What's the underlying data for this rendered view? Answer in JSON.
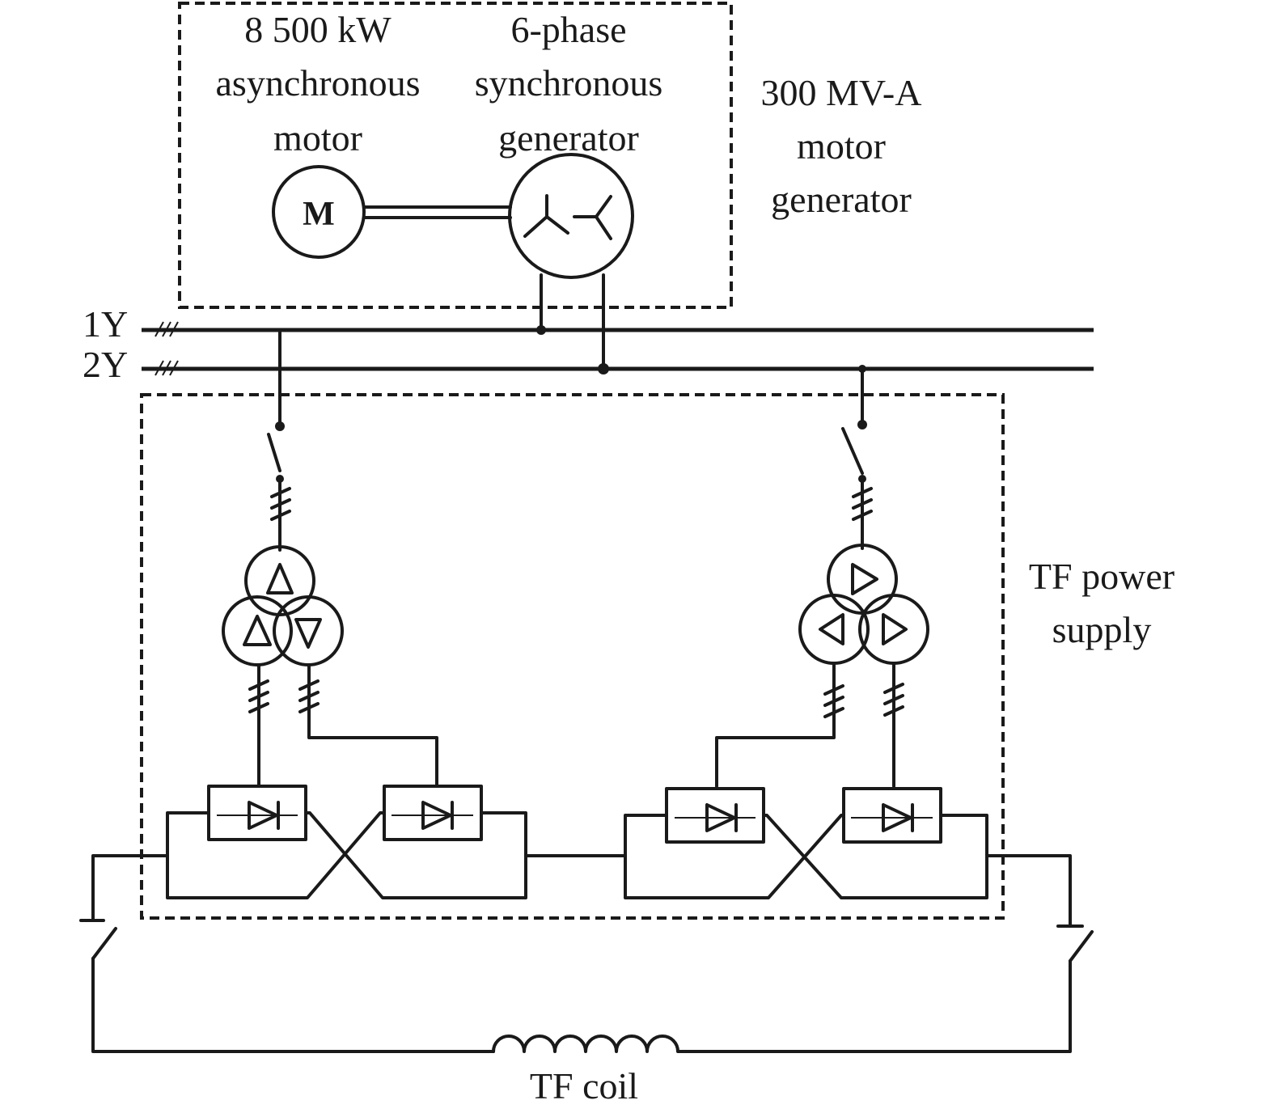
{
  "motor_generator": {
    "motor_label": [
      "8 500 kW",
      "asynchronous",
      "motor"
    ],
    "motor_symbol": "M",
    "generator_label": [
      "6-phase",
      "synchronous",
      "generator"
    ],
    "group_label": [
      "300 MV-A",
      "motor",
      "generator"
    ]
  },
  "buses": {
    "bus1": "1Y",
    "bus2": "2Y"
  },
  "tf_power_supply_label": [
    "TF power",
    "supply"
  ],
  "tf_coil_label": "TF coil"
}
